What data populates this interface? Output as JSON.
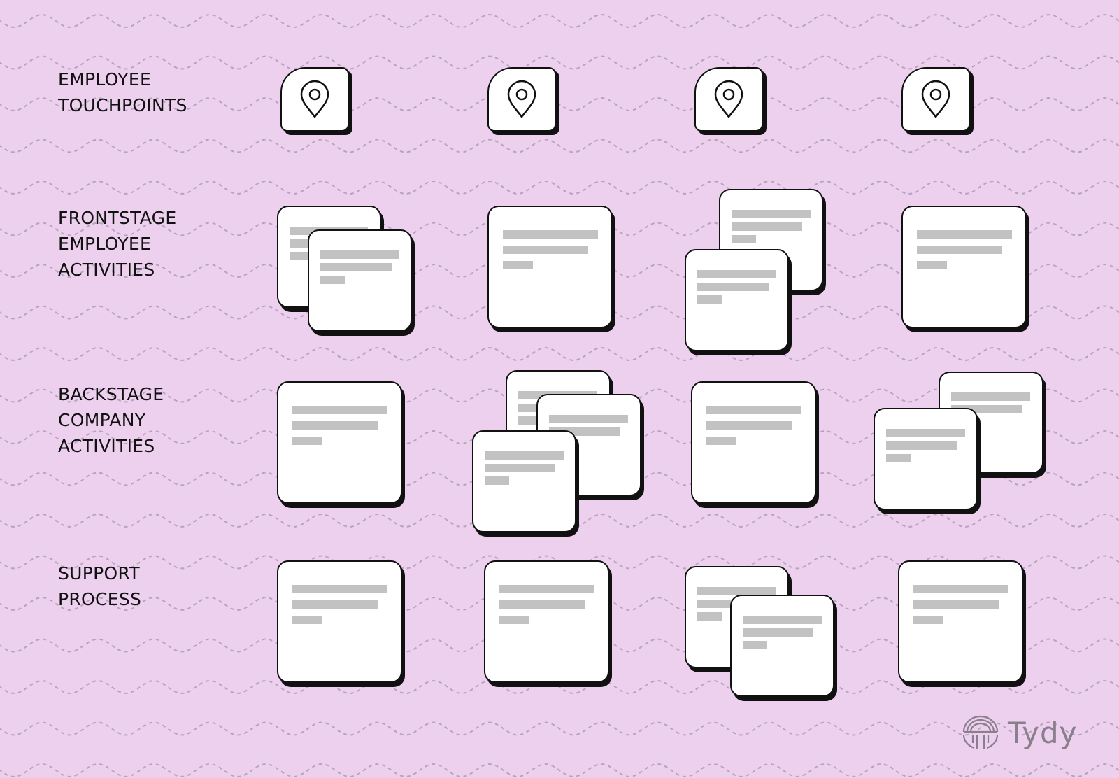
{
  "background_color": "#ecd0ee",
  "rows": [
    {
      "label": "EMPLOYEE\nTOUCHPOINTS"
    },
    {
      "label": "FRONTSTAGE\nEMPLOYEE\nACTIVITIES"
    },
    {
      "label": "BACKSTAGE\nCOMPANY\nACTIVITIES"
    },
    {
      "label": "SUPPORT\nPROCESS"
    }
  ],
  "touchpoints": [
    {
      "icon": "map-pin-icon"
    },
    {
      "icon": "map-pin-icon"
    },
    {
      "icon": "map-pin-icon"
    },
    {
      "icon": "map-pin-icon"
    }
  ],
  "logo": {
    "text": "Tydy",
    "icon": "tydy-logo-icon",
    "color": "#8a7f8d"
  }
}
